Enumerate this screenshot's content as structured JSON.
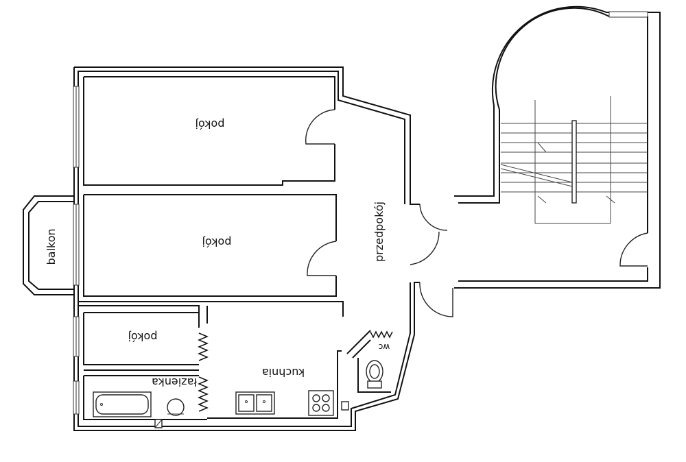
{
  "rooms": {
    "room_top": "pokój",
    "room_middle": "pokój",
    "room_small": "pokój",
    "balcony": "balkon",
    "hallway": "przedpokój",
    "bathroom": "łazienka",
    "kitchen": "kuchnia",
    "toilet": "wc"
  }
}
